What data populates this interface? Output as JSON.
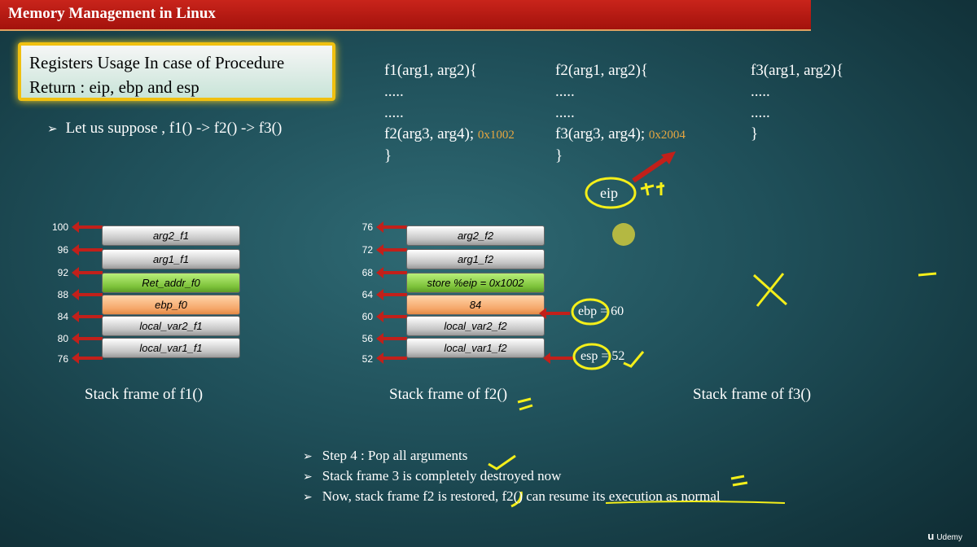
{
  "header": {
    "title": "Memory Management in Linux"
  },
  "heading": {
    "line1": "Registers Usage In case of Procedure",
    "line2": "Return : eip, ebp and esp"
  },
  "suppose": "Let us suppose , f1() -> f2() -> f3()",
  "code": {
    "f1": {
      "sig": "f1(arg1, arg2){",
      "dots1": ".....",
      "dots2": ".....",
      "call": "f2(arg3, arg4);",
      "addr": "0x1002",
      "close": "}"
    },
    "f2": {
      "sig": "f2(arg1, arg2){",
      "dots1": ".....",
      "dots2": ".....",
      "call": "f3(arg3, arg4);",
      "addr": "0x2004",
      "close": "}"
    },
    "f3": {
      "sig": "f3(arg1, arg2){",
      "dots1": ".....",
      "dots2": ".....",
      "close": "}"
    }
  },
  "stack_f1": {
    "label": "Stack frame of f1()",
    "addresses": [
      "100",
      "96",
      "92",
      "88",
      "84",
      "80",
      "76"
    ],
    "cells": [
      "arg2_f1",
      "arg1_f1",
      "Ret_addr_f0",
      "ebp_f0",
      "local_var2_f1",
      "local_var1_f1"
    ]
  },
  "stack_f2": {
    "label": "Stack frame of f2()",
    "addresses": [
      "76",
      "72",
      "68",
      "64",
      "60",
      "56",
      "52"
    ],
    "cells": [
      "arg2_f2",
      "arg1_f2",
      "store %eip = 0x1002",
      "84",
      "local_var2_f2",
      "local_var1_f2"
    ]
  },
  "stack_f3": {
    "label": "Stack frame of f3()"
  },
  "registers": {
    "eip": "eip",
    "ebp": "ebp",
    "ebp_value": "= 60",
    "esp": "esp",
    "esp_value": "= 52"
  },
  "steps": [
    "Step 4 : Pop all arguments",
    "Stack frame 3 is completely destroyed now",
    "Now, stack frame f2 is restored, f2() can resume its execution as normal"
  ],
  "watermark": "Udemy",
  "colors": {
    "highlight": "#f4ef1a",
    "arrow": "#c2201a",
    "address": "#e6a640"
  }
}
